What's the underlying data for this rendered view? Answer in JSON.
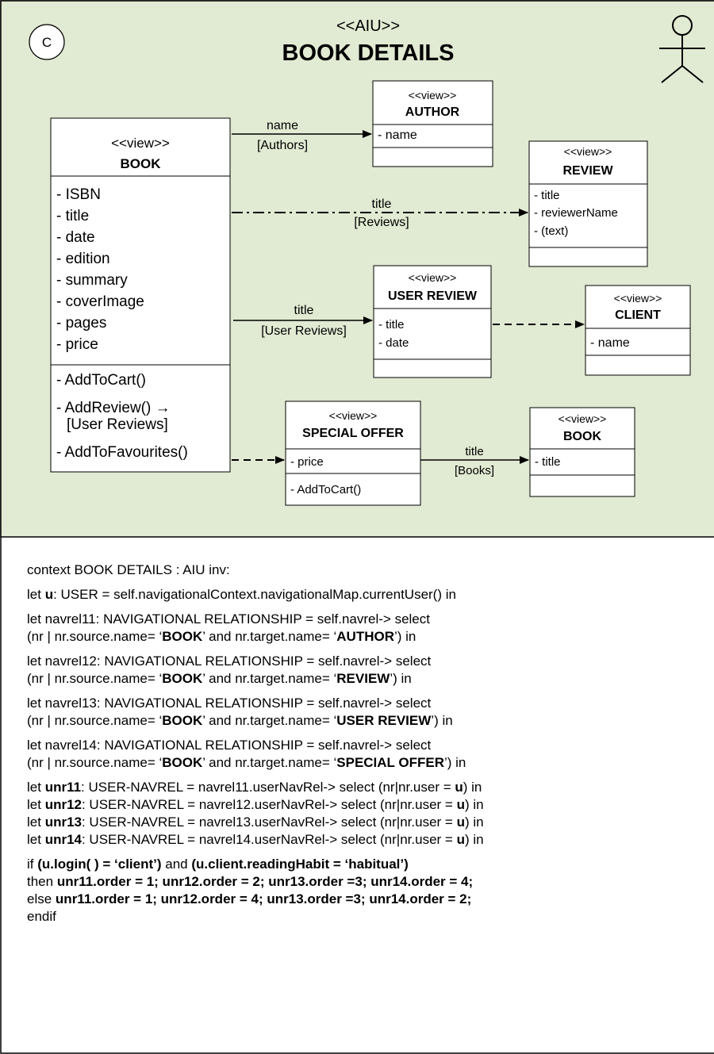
{
  "header": {
    "badge": "C",
    "stereotype": "<<AIU>>",
    "title": "BOOK DETAILS",
    "actor_icon": "actor-stick-figure-icon"
  },
  "classes": {
    "book": {
      "stereotype": "<<view>>",
      "name": "BOOK",
      "attributes": [
        "- ISBN",
        "- title",
        "- date",
        "- edition",
        "- summary",
        "- coverImage",
        "- pages",
        "- price"
      ],
      "ops": [
        "- AddToCart()",
        "- AddReview() →",
        "[User Reviews]",
        "- AddToFavourites()"
      ]
    },
    "author": {
      "stereotype": "<<view>>",
      "name": "AUTHOR",
      "attributes": [
        "- name"
      ]
    },
    "review": {
      "stereotype": "<<view>>",
      "name": "REVIEW",
      "attributes": [
        "- title",
        "- reviewerName",
        "- (text)"
      ]
    },
    "user_review": {
      "stereotype": "<<view>>",
      "name": "USER REVIEW",
      "attributes": [
        "- title",
        "- date"
      ]
    },
    "client": {
      "stereotype": "<<view>>",
      "name": "CLIENT",
      "attributes": [
        "- name"
      ]
    },
    "special_offer": {
      "stereotype": "<<view>>",
      "name": "SPECIAL OFFER",
      "attributes": [
        "- price"
      ],
      "ops": [
        "-  AddToCart()"
      ]
    },
    "book2": {
      "stereotype": "<<view>>",
      "name": "BOOK",
      "attributes": [
        "- title"
      ]
    }
  },
  "links": {
    "book_author": {
      "label": "name",
      "context": "[Authors]"
    },
    "book_review": {
      "label": "title",
      "context": "[Reviews]"
    },
    "book_user_review": {
      "label": "title",
      "context": "[User Reviews]"
    },
    "offer_book": {
      "label": "title",
      "context": "[Books]"
    }
  },
  "colors": {
    "diagram_background": "#e1ead2",
    "line": "#000000"
  },
  "ocl": {
    "context": "context BOOK DETAILS : AIU inv:",
    "let_user": {
      "a": "let ",
      "b": "u",
      "c": ": USER = self.navigationalContext.navigationalMap.currentUser() in"
    },
    "navrels": [
      {
        "line1": "let navrel11: NAVIGATIONAL RELATIONSHIP = self.navrel-> select",
        "p1": "(nr | nr.source.name= ‘",
        "src": "BOOK",
        "p2": "’ and nr.target.name= ‘",
        "tgt": "AUTHOR",
        "p3": "’) in"
      },
      {
        "line1": "let navrel12: NAVIGATIONAL RELATIONSHIP = self.navrel-> select",
        "p1": "(nr | nr.source.name= ‘",
        "src": "BOOK",
        "p2": "’ and nr.target.name= ‘",
        "tgt": "REVIEW",
        "p3": "’) in"
      },
      {
        "line1": "let navrel13: NAVIGATIONAL RELATIONSHIP = self.navrel-> select",
        "p1": "(nr | nr.source.name= ‘",
        "src": "BOOK",
        "p2": "’ and nr.target.name= ‘",
        "tgt": "USER REVIEW",
        "p3": "’) in"
      },
      {
        "line1": "let navrel14: NAVIGATIONAL RELATIONSHIP = self.navrel-> select",
        "p1": "(nr | nr.source.name= ‘",
        "src": "BOOK",
        "p2": "’ and nr.target.name= ‘",
        "tgt": "SPECIAL OFFER",
        "p3": "’) in"
      }
    ],
    "unrs": [
      {
        "a": "let ",
        "name": "unr11",
        "b": ": USER-NAVREL = navrel11.userNavRel-> select (nr|nr.user = ",
        "u": "u",
        "c": ") in"
      },
      {
        "a": "let ",
        "name": "unr12",
        "b": ": USER-NAVREL = navrel12.userNavRel-> select (nr|nr.user = ",
        "u": "u",
        "c": ") in"
      },
      {
        "a": "let ",
        "name": "unr13",
        "b": ": USER-NAVREL = navrel13.userNavRel-> select (nr|nr.user = ",
        "u": "u",
        "c": ") in"
      },
      {
        "a": "let ",
        "name": "unr14",
        "b": ": USER-NAVREL = navrel14.userNavRel-> select (nr|nr.user = ",
        "u": "u",
        "c": ") in"
      }
    ],
    "cond": {
      "if_kw": "if ",
      "cond1": "(u.login( ) = ‘client’)",
      "and_kw": " and ",
      "cond2": "(u.client.readingHabit = ‘habitual’)",
      "then_kw": "then ",
      "then_body": "unr11.order = 1; unr12.order = 2; unr13.order =3; unr14.order = 4;",
      "else_kw": "else ",
      "else_body": "unr11.order = 1; unr12.order = 4; unr13.order =3; unr14.order = 2;",
      "endif": "endif"
    }
  }
}
